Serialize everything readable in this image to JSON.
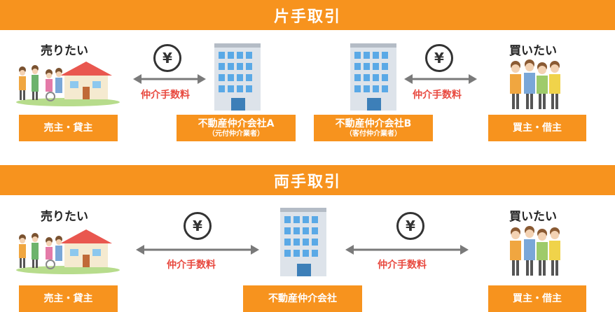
{
  "sections": [
    {
      "title": "片手取引",
      "seller_label": "売りたい",
      "buyer_label": "買いたい",
      "seller_box": "売主・貸主",
      "buyer_box": "買主・借主",
      "agent_a": {
        "name": "不動産仲介会社A",
        "sub": "（元付仲介業者）"
      },
      "agent_b": {
        "name": "不動産仲介会社B",
        "sub": "（客付仲介業者）"
      },
      "fee_left": "仲介手数料",
      "fee_right": "仲介手数料",
      "yen_left": "¥",
      "yen_right": "¥"
    },
    {
      "title": "両手取引",
      "seller_label": "売りたい",
      "buyer_label": "買いたい",
      "seller_box": "売主・貸主",
      "buyer_box": "買主・借主",
      "agent": {
        "name": "不動産仲介会社"
      },
      "fee_left": "仲介手数料",
      "fee_right": "仲介手数料",
      "yen_left": "¥",
      "yen_right": "¥"
    }
  ],
  "colors": {
    "accent": "#f7931e",
    "fee": "#e8493f",
    "arrow": "#7a7a7a",
    "building": "#5aa9e6"
  },
  "icons": [
    "house-family-illustration",
    "family-illustration",
    "office-building-icon",
    "yen-coin-icon",
    "double-arrow-icon"
  ]
}
